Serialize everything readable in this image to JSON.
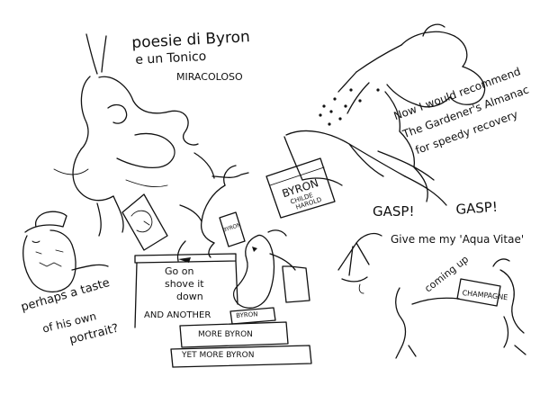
{
  "labels": {
    "poesie_line1": "poesie di Byron",
    "poesie_line2": "e un Tonico",
    "poesie_line3": "MIRACOLOSO",
    "recommend_line1": "Now I would recommend",
    "recommend_line2": "The Gardener's Almanac",
    "recommend_line3": "for speedy recovery",
    "byron_book_title": "BYRON",
    "byron_book_subtitle1": "CHILDE",
    "byron_book_subtitle2": "HAROLD",
    "small_book": "BYRON",
    "gasp_1": "GASP!",
    "gasp_2": "GASP!",
    "aqua_vitae": "Give me my 'Aqua Vitae'",
    "coming_up": "coming up",
    "champagne": "CHAMPAGNE",
    "go_on_1": "Go on",
    "go_on_2": "shove it",
    "go_on_3": "down",
    "and_another": "AND ANOTHER",
    "byron_stack": "BYRON",
    "more_byron": "MORE BYRON",
    "yet_more_byron": "YET MORE BYRON",
    "perhaps_1": "perhaps a taste",
    "perhaps_2": "of his own",
    "perhaps_3": "portrait?"
  }
}
